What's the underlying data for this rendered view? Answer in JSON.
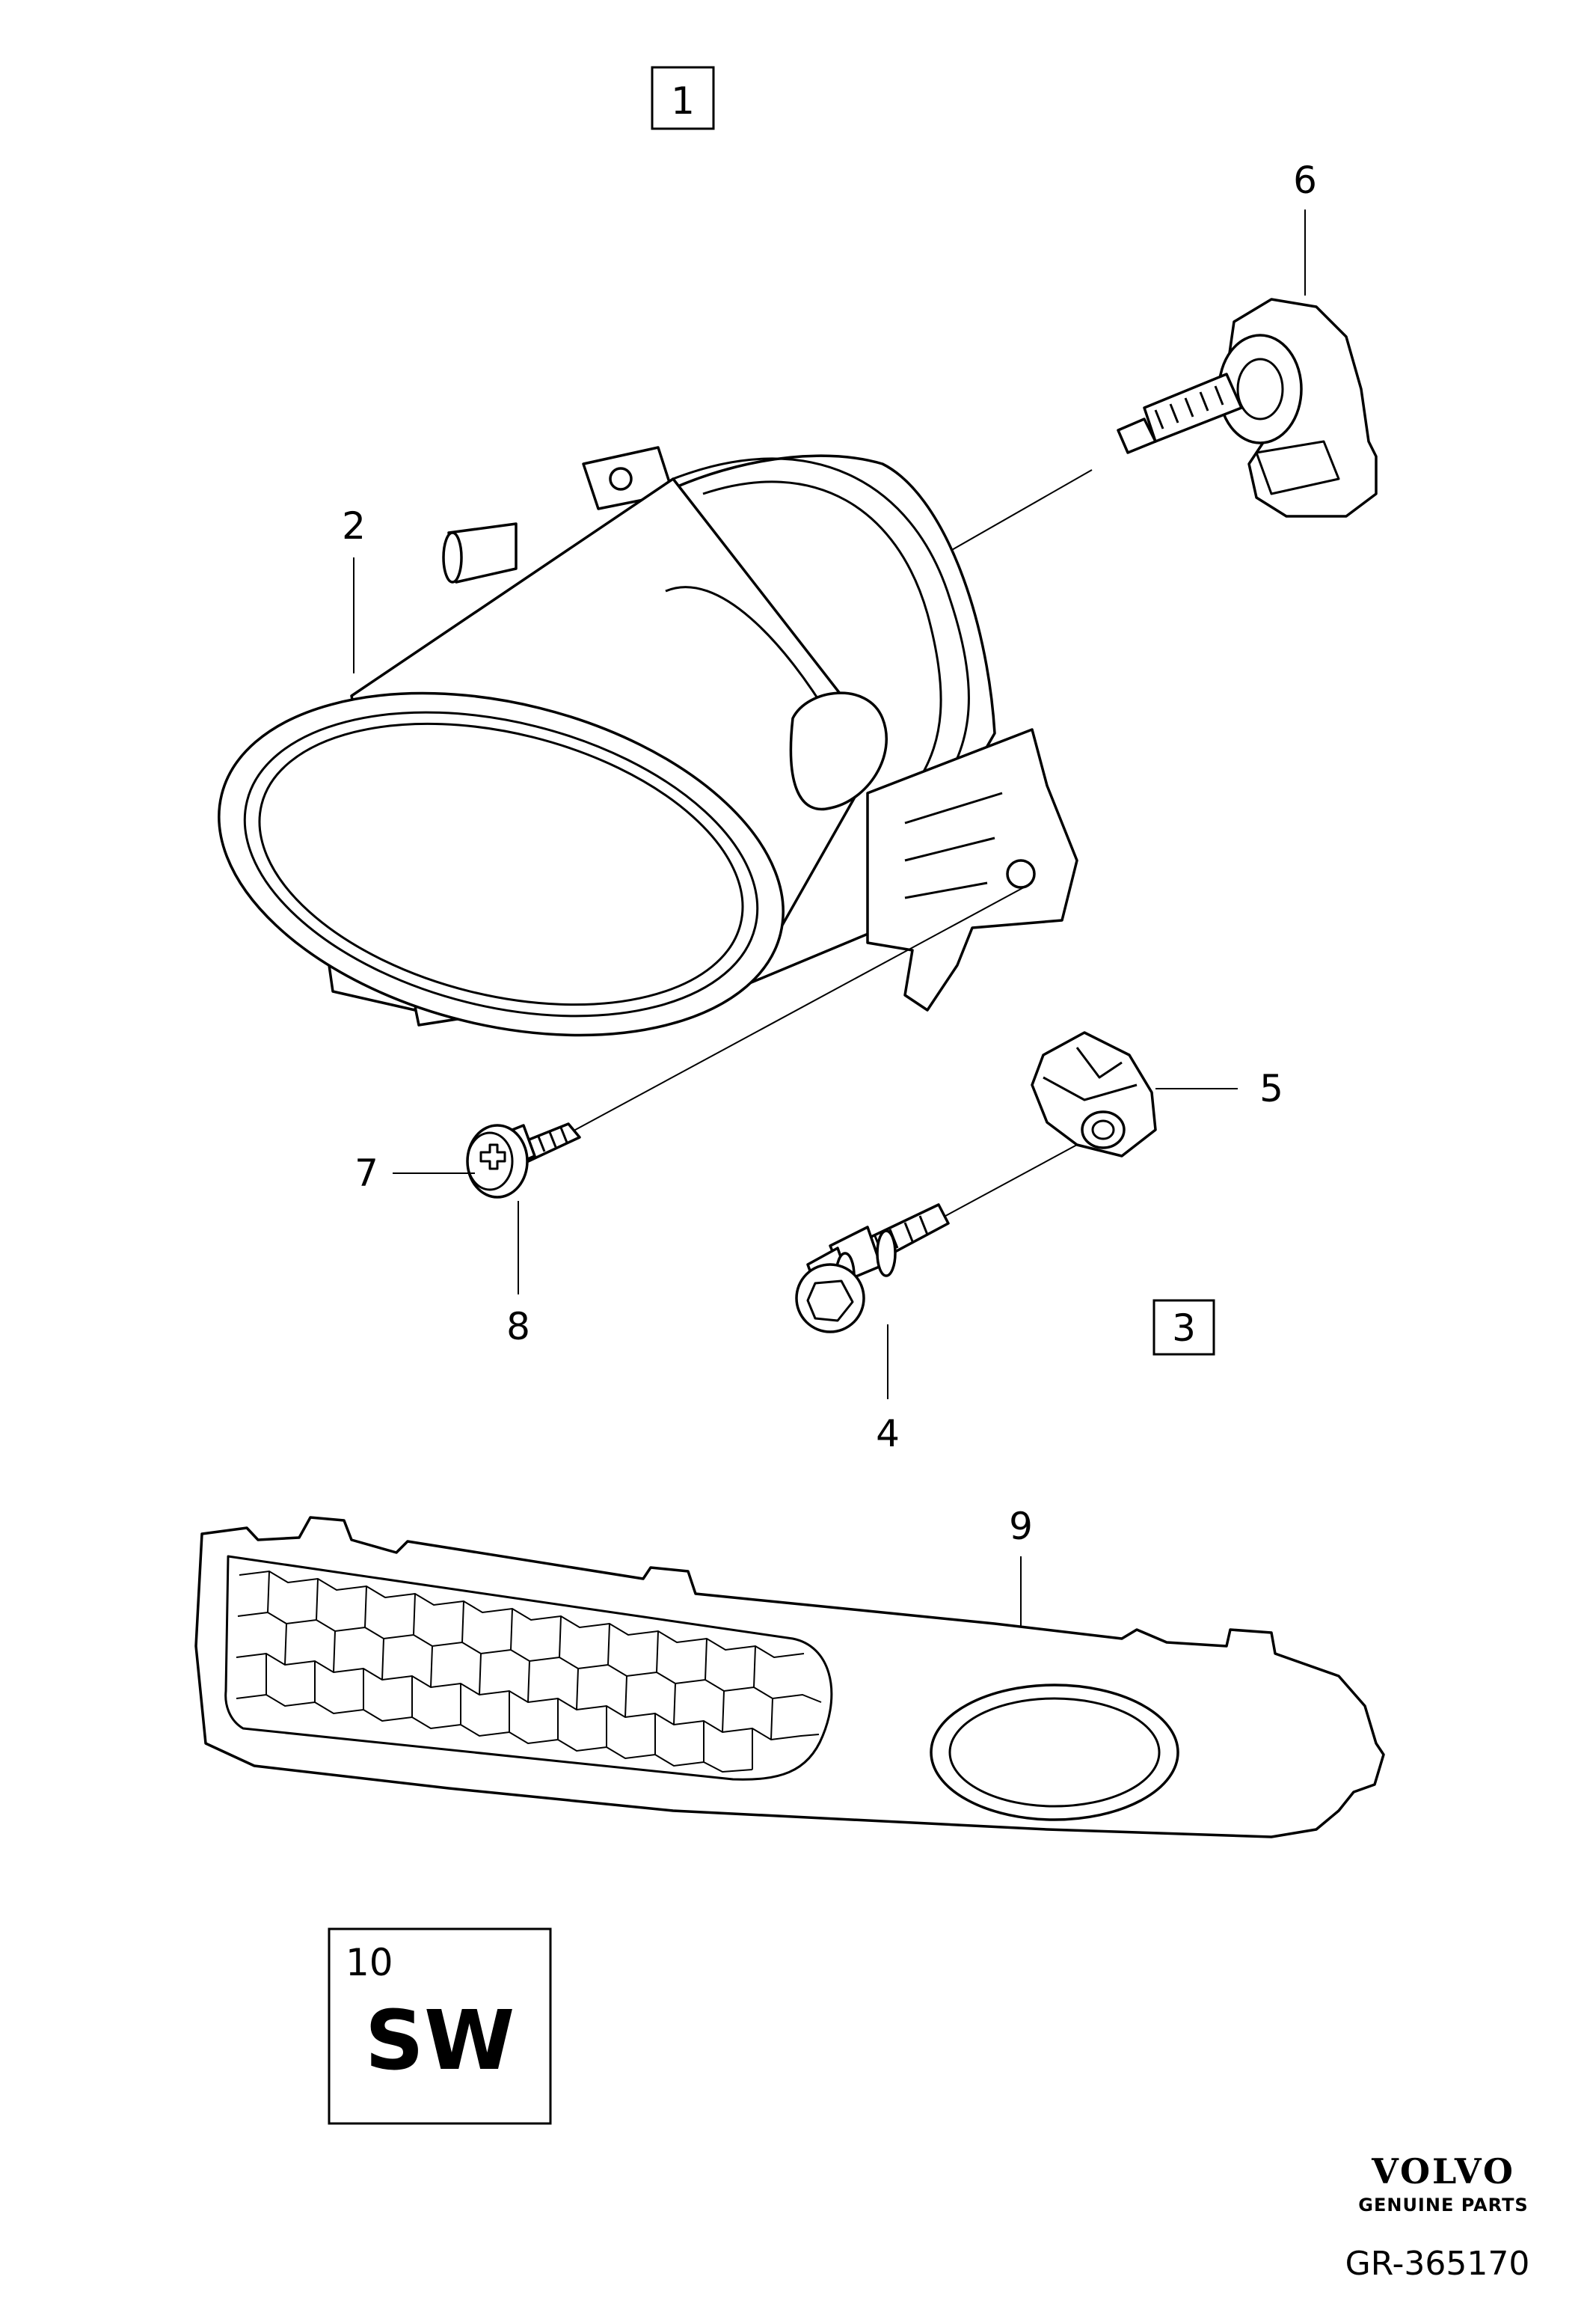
{
  "callouts": {
    "c1": "1",
    "c2": "2",
    "c3": "3",
    "c4": "4",
    "c5": "5",
    "c6": "6",
    "c7": "7",
    "c8": "8",
    "c9": "9",
    "c10": "10"
  },
  "sw_box": {
    "number": "10",
    "text": "SW"
  },
  "brand": {
    "name": "VOLVO",
    "tagline": "GENUINE PARTS"
  },
  "reference": "GR-365170"
}
